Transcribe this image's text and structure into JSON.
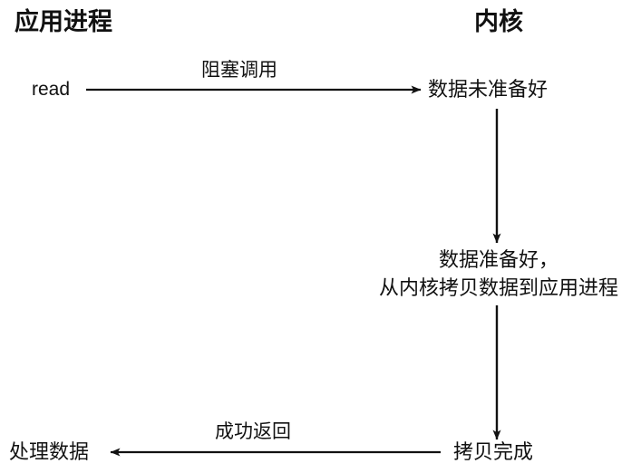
{
  "diagram": {
    "title_app": "应用进程",
    "title_kernel": "内核",
    "nodes": {
      "read_call": "read",
      "data_not_ready": "数据未准备好",
      "data_ready_line1": "数据准备好，",
      "data_ready_line2": "从内核拷贝数据到应用进程",
      "copy_done": "拷贝完成",
      "process_data": "处理数据"
    },
    "edges": {
      "blocking_call": "阻塞调用",
      "success_return": "成功返回"
    },
    "colors": {
      "stroke": "#111111",
      "background": "#ffffff",
      "text": "#111111"
    }
  }
}
